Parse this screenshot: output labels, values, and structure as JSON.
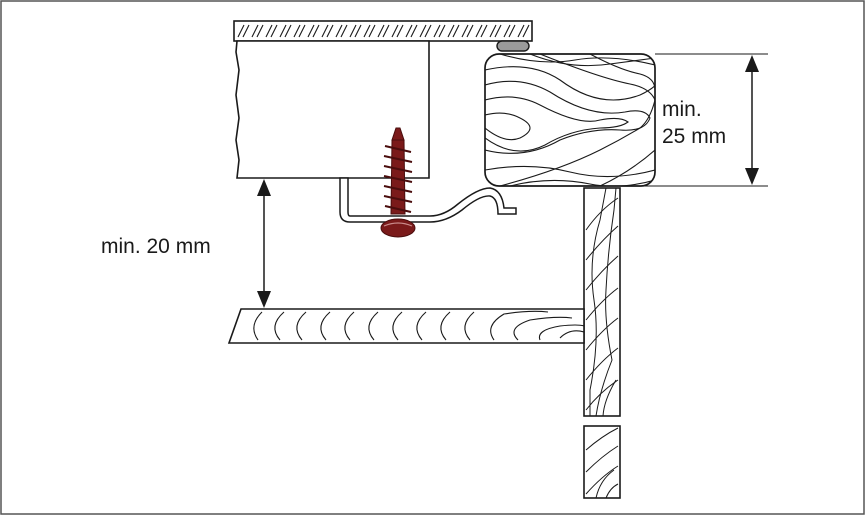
{
  "dimensions": {
    "depth_label_line1": "min.",
    "depth_label_line2": "25 mm",
    "gap_label": "min. 20 mm"
  },
  "colors": {
    "line": "#1a1a1a",
    "screw": "#7a1a1a",
    "screw_dark": "#4a0d0d",
    "pad": "#999999",
    "frame_border": "#555555"
  }
}
